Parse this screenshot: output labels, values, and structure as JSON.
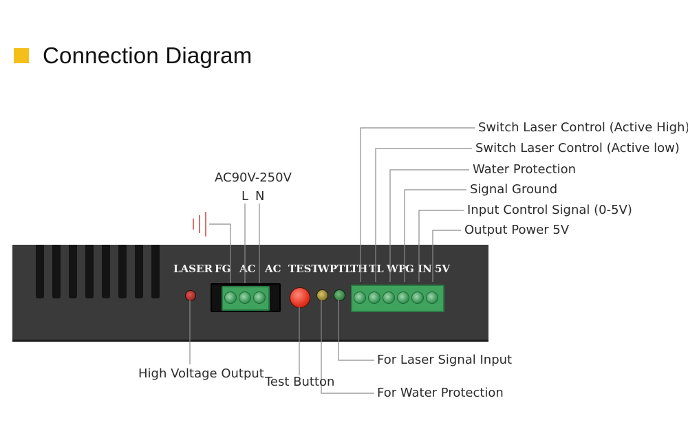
{
  "title": "Connection Diagram",
  "accent_color": "#f5bf1b",
  "supply": {
    "voltage_label": "AC90V-250V",
    "l_label": "L",
    "n_label": "N",
    "ground_icon": "ground-icon"
  },
  "panel_labels": {
    "laser": "LASER",
    "fg": "FG",
    "ac1": "AC",
    "ac2": "AC",
    "test": "TEST",
    "wp": "WP",
    "tl": "TL",
    "th": "TH",
    "tl2": "TL",
    "wp2": "WP",
    "g": "G",
    "in": "IN",
    "v5": "5V"
  },
  "right_callouts": [
    "Switch Laser Control (Active High)",
    "Switch Laser Control (Active low)",
    "Water Protection",
    "Signal Ground",
    "Input Control Signal (0-5V)",
    "Output Power 5V"
  ],
  "bottom_callouts": {
    "high_voltage": "High Voltage Output",
    "test_button": "Test Button",
    "laser_signal": "For Laser Signal Input",
    "water_protection": "For Water Protection"
  }
}
